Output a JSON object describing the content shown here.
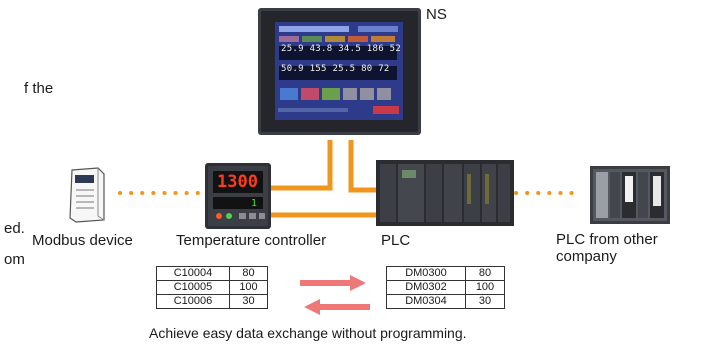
{
  "cut_text": {
    "line1": "f the",
    "line2": "ed.",
    "line3": "om"
  },
  "labels": {
    "ns": "NS",
    "modbus": "Modbus device",
    "temp_controller": "Temperature controller",
    "plc": "PLC",
    "plc_other_line1": "PLC from other",
    "plc_other_line2": "company"
  },
  "left_table": [
    [
      "C10004",
      "80"
    ],
    [
      "C10005",
      "100"
    ],
    [
      "C10006",
      "30"
    ]
  ],
  "right_table": [
    [
      "DM0300",
      "80"
    ],
    [
      "DM0302",
      "100"
    ],
    [
      "DM0304",
      "30"
    ]
  ],
  "caption": "Achieve easy data exchange without programming.",
  "hmi_screen": {
    "row1": [
      "25.9",
      "43.8",
      "34.5",
      "186",
      "52"
    ],
    "row2": [
      "50.9",
      "155",
      "25.5",
      "80",
      "72"
    ]
  },
  "controller_display": {
    "pv": "1300",
    "sv": "1"
  },
  "colors": {
    "connection": "#f0961c",
    "dotted_link": "#f0961c",
    "arrow": "#ee7878",
    "hmi_frame": "#3a3d45",
    "hmi_screen": "#2d3b8a",
    "device_body": "#2e3035"
  }
}
